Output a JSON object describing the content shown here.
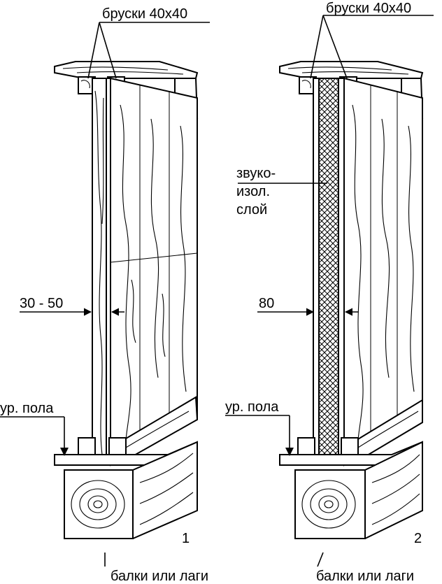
{
  "figures": [
    {
      "number": "1",
      "bars_label": "бруски 40х40",
      "gap_label": "30 - 50",
      "floor_label": "ур. пола",
      "beams_label": "балки или лаги"
    },
    {
      "number": "2",
      "bars_label": "бруски 40х40",
      "gap_label": "80",
      "insulation_label": [
        "звуко-",
        "изол.",
        "слой"
      ],
      "floor_label": "ур. пола",
      "beams_label": "балки или лаги"
    }
  ]
}
